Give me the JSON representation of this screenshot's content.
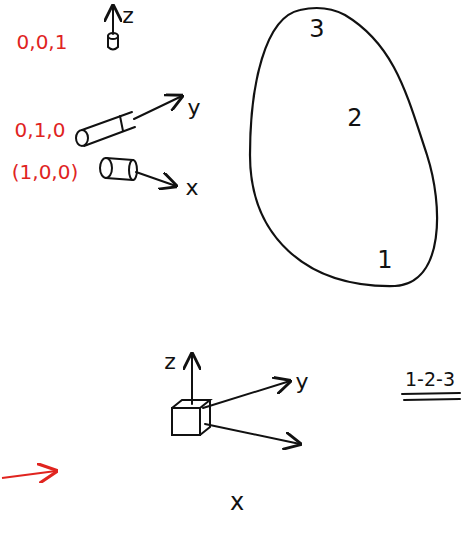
{
  "diagram": {
    "nodes": [
      {
        "text": [
          "3",
          "2",
          "1"
        ]
      }
    ],
    "labels": [
      "z",
      "0,0,1",
      "0,1,0",
      "y",
      "(1,0,0)",
      "x",
      "z",
      "y",
      "x",
      "1-2-3"
    ]
  }
}
